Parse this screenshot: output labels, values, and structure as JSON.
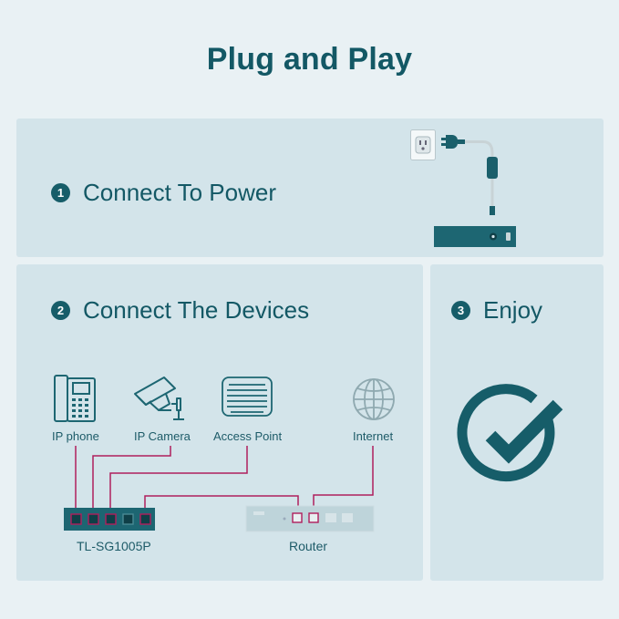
{
  "title": "Plug and Play",
  "steps": [
    {
      "number": "1",
      "label": "Connect To Power"
    },
    {
      "number": "2",
      "label": "Connect The Devices"
    },
    {
      "number": "3",
      "label": "Enjoy"
    }
  ],
  "devices": {
    "ip_phone": "IP phone",
    "ip_camera": "IP Camera",
    "access_point": "Access Point",
    "internet": "Internet"
  },
  "switch_label": "TL-SG1005P",
  "router_label": "Router",
  "colors": {
    "background": "#e9f1f4",
    "panel": "#d3e4ea",
    "accent": "#135865",
    "cable": "#b01e5c"
  },
  "icons": [
    "power-outlet-icon",
    "power-plug-icon",
    "ip-phone-icon",
    "ip-camera-icon",
    "access-point-icon",
    "globe-icon",
    "checkmark-icon"
  ]
}
